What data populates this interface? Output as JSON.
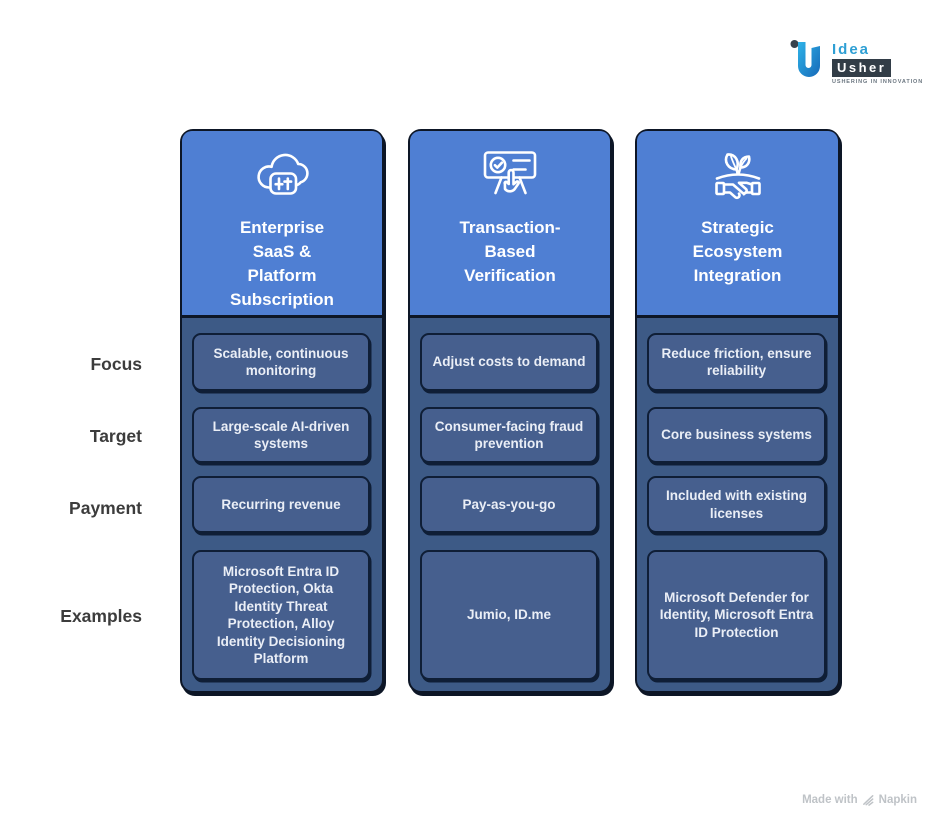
{
  "logo": {
    "name": "Idea Usher",
    "word_top": "Idea",
    "word_bottom": "Usher",
    "tagline": "USHERING IN INNOVATION"
  },
  "table": {
    "row_labels": [
      "Focus",
      "Target",
      "Payment",
      "Examples"
    ],
    "columns": [
      {
        "icon": "cloud-settings-icon",
        "title": "Enterprise\nSaaS &\nPlatform\nSubscription",
        "cells": [
          "Scalable, continuous monitoring",
          "Large-scale AI-driven systems",
          "Recurring revenue",
          "Microsoft Entra ID Protection, Okta Identity Threat Protection, Alloy Identity Decisioning Platform"
        ]
      },
      {
        "icon": "verification-screen-icon",
        "title": "Transaction-\nBased\nVerification",
        "cells": [
          "Adjust costs to demand",
          "Consumer-facing fraud prevention",
          "Pay-as-you-go",
          "Jumio, ID.me"
        ]
      },
      {
        "icon": "eco-handshake-icon",
        "title": "Strategic\nEcosystem\nIntegration",
        "cells": [
          "Reduce friction, ensure reliability",
          "Core business systems",
          "Included with existing licenses",
          "Microsoft Defender for Identity, Microsoft Entra ID Protection"
        ]
      }
    ]
  },
  "footer": {
    "made_with": "Made with",
    "brand": "Napkin"
  },
  "colors": {
    "header_blue": "#4f7fd3",
    "body_navy": "#3d5a86",
    "cell_fill": "#465f8e",
    "outline_dark": "#0d1626",
    "cell_outline": "#0f1e36",
    "label_gray": "#3c3c3c",
    "footer_gray": "#bfc3c7",
    "logo_blue": "#2e9fd4",
    "logo_dark": "#323d47"
  }
}
